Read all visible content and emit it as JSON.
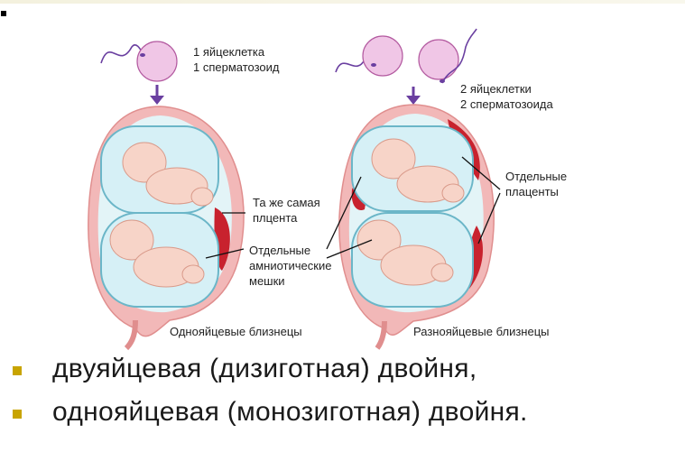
{
  "diagram": {
    "left": {
      "cells_label_line1": "1 яйцеклетка",
      "cells_label_line2": "1 сперматозоид",
      "placenta_label_line1": "Та же самая",
      "placenta_label_line2": "плцента",
      "caption": "Однояйцевые близнецы"
    },
    "center": {
      "amnion_line1": "Отдельные",
      "amnion_line2": "амниотические",
      "amnion_line3": "мешки"
    },
    "right": {
      "cells_label_line1": "2 яйцеклетки",
      "cells_label_line2": "2 сперматозоида",
      "placenta_label_line1": "Отдельные",
      "placenta_label_line2": "плаценты",
      "caption": "Разнояйцевые близнецы"
    }
  },
  "bullets": [
    "двуяйцевая (дизиготная) двойня,",
    "однояйцевая (монозиготная) двойня."
  ],
  "colors": {
    "bullet": "#c8a400",
    "uterus_wall": "#f2b8b8",
    "placenta": "#c8222e",
    "amniotic_sac": "#d6f0f6",
    "egg": "#f0c6e6",
    "arrow": "#6a3fa0"
  }
}
